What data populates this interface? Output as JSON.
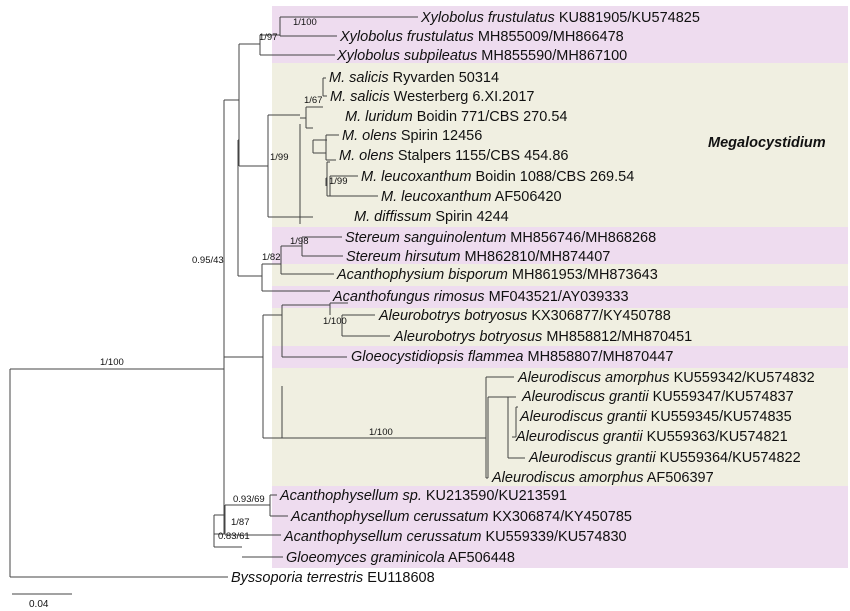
{
  "colors": {
    "pink": "#eedcef",
    "beige": "#f0efe1",
    "line": "#444444"
  },
  "clade_label": "Megalocystidium",
  "scale_label": "0.04",
  "taxa": [
    {
      "id": "t1",
      "species": "Xylobolus frustulatus",
      "acc": "KU881905/KU574825"
    },
    {
      "id": "t2",
      "species": "Xylobolus frustulatus",
      "acc": "MH855009/MH866478"
    },
    {
      "id": "t3",
      "species": "Xylobolus subpileatus",
      "acc": "MH855590/MH867100"
    },
    {
      "id": "t4",
      "species": "M. salicis",
      "acc": "Ryvarden 50314"
    },
    {
      "id": "t5",
      "species": "M. salicis",
      "acc": "Westerberg 6.XI.2017"
    },
    {
      "id": "t6",
      "species": "M. luridum",
      "acc": "Boidin 771/CBS 270.54"
    },
    {
      "id": "t7",
      "species": "M. olens",
      "acc": "Spirin 12456"
    },
    {
      "id": "t8",
      "species": "M. olens",
      "acc": "Stalpers 1155/CBS 454.86"
    },
    {
      "id": "t9",
      "species": "M. leucoxanthum",
      "acc": "Boidin 1088/CBS 269.54"
    },
    {
      "id": "t10",
      "species": "M. leucoxanthum",
      "acc": "AF506420"
    },
    {
      "id": "t11",
      "species": "M. diffissum",
      "acc": "Spirin 4244"
    },
    {
      "id": "t12",
      "species": "Stereum sanguinolentum",
      "acc": "MH856746/MH868268"
    },
    {
      "id": "t13",
      "species": "Stereum hirsutum",
      "acc": "MH862810/MH874407"
    },
    {
      "id": "t14",
      "species": "Acanthophysium bisporum",
      "acc": "MH861953/MH873643"
    },
    {
      "id": "t15",
      "species": "Acanthofungus rimosus",
      "acc": "MF043521/AY039333"
    },
    {
      "id": "t16",
      "species": "Aleurobotrys botryosus",
      "acc": "KX306877/KY450788"
    },
    {
      "id": "t17",
      "species": "Aleurobotrys botryosus",
      "acc": "MH858812/MH870451"
    },
    {
      "id": "t18",
      "species": "Gloeocystidiopsis flammea",
      "acc": "MH858807/MH870447"
    },
    {
      "id": "t19",
      "species": "Aleurodiscus amorphus",
      "acc": "KU559342/KU574832"
    },
    {
      "id": "t20",
      "species": "Aleurodiscus grantii",
      "acc": "KU559347/KU574837"
    },
    {
      "id": "t21",
      "species": "Aleurodiscus grantii",
      "acc": "KU559345/KU574835"
    },
    {
      "id": "t22",
      "species": "Aleurodiscus grantii",
      "acc": "KU559363/KU574821"
    },
    {
      "id": "t23",
      "species": "Aleurodiscus grantii",
      "acc": "KU559364/KU574822"
    },
    {
      "id": "t24",
      "species": "Aleurodiscus amorphus",
      "acc": "AF506397"
    },
    {
      "id": "t25",
      "species": "Acanthophysellum sp.",
      "acc": "KU213590/KU213591"
    },
    {
      "id": "t26",
      "species": "Acanthophysellum cerussatum",
      "acc": "KX306874/KY450785"
    },
    {
      "id": "t27",
      "species": "Acanthophysellum cerussatum",
      "acc": "KU559339/KU574830"
    },
    {
      "id": "t28",
      "species": "Gloeomyces graminicola",
      "acc": "AF506448"
    },
    {
      "id": "t29",
      "species": "Byssoporia terrestris",
      "acc": "EU118608"
    }
  ],
  "supports": [
    {
      "id": "s1",
      "text": "1/100"
    },
    {
      "id": "s2",
      "text": "1/97"
    },
    {
      "id": "s3",
      "text": "1/67"
    },
    {
      "id": "s4",
      "text": "1/99"
    },
    {
      "id": "s5",
      "text": "1/99"
    },
    {
      "id": "s6",
      "text": "1/98"
    },
    {
      "id": "s7",
      "text": "1/82"
    },
    {
      "id": "s8",
      "text": "0.95/43"
    },
    {
      "id": "s9",
      "text": "1/100"
    },
    {
      "id": "s10",
      "text": "1/100"
    },
    {
      "id": "s11",
      "text": "1/100"
    },
    {
      "id": "s12",
      "text": "0.93/69"
    },
    {
      "id": "s13",
      "text": "1/87"
    },
    {
      "id": "s14",
      "text": "0.83/61"
    }
  ]
}
